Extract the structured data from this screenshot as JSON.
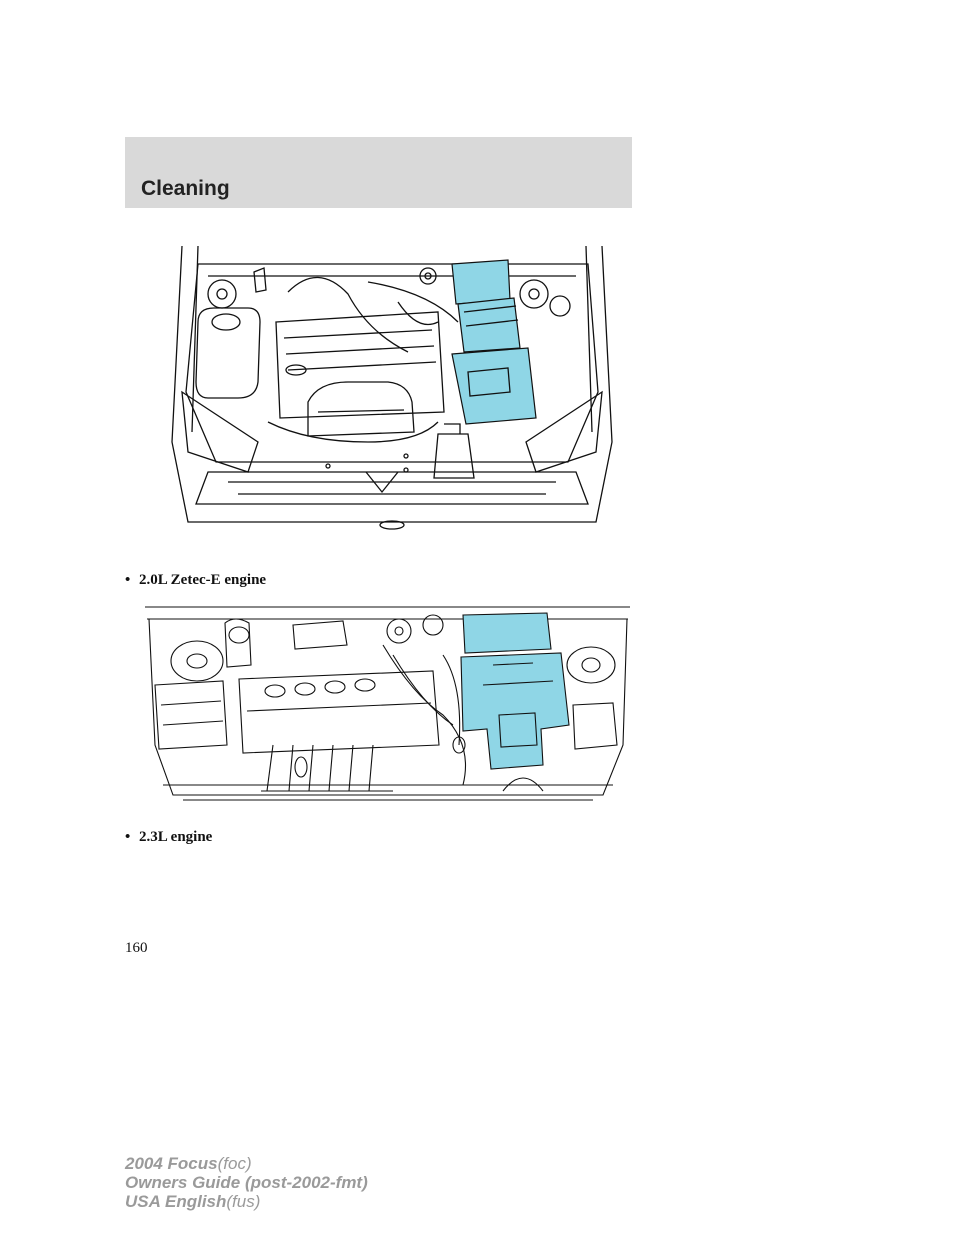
{
  "header": {
    "title": "Cleaning"
  },
  "figures": [
    {
      "caption": "2.0L Zetec-E engine",
      "highlight_color": "#8fd6e6"
    },
    {
      "caption": "2.3L engine",
      "highlight_color": "#8fd6e6"
    }
  ],
  "bullet_glyph": "•",
  "page_number": "160",
  "footer": {
    "line1_bold": "2004 Focus",
    "line1_code": "(foc)",
    "line2_bold": "Owners Guide (post-2002-fmt)",
    "line3_bold": "USA English",
    "line3_code": "(fus)"
  }
}
